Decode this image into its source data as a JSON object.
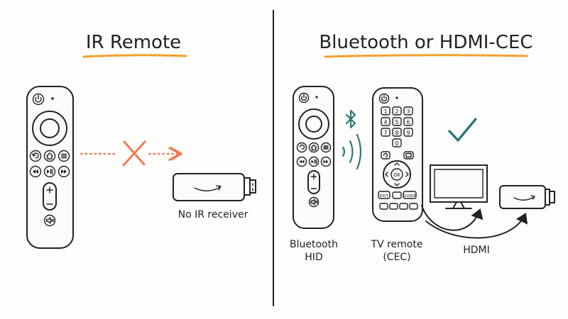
{
  "left": {
    "title": "IR Remote",
    "stick_caption": "No IR receiver"
  },
  "right": {
    "title": "Bluetooth or HDMI-CEC",
    "bt_remote_caption_line1": "Bluetooth",
    "bt_remote_caption_line2": "HID",
    "tv_remote_caption_line1": "TV remote",
    "tv_remote_caption_line2": "(CEC)",
    "hdmi_label": "HDMI",
    "tv_remote_keys": [
      "1",
      "2",
      "3",
      "4",
      "5",
      "6",
      "7",
      "8",
      "9",
      "0",
      "OK",
      "EXIT",
      "GUIDE"
    ]
  },
  "colors": {
    "underline": "#f0a22e",
    "blocked": "#f07b55",
    "bluetooth": "#2b7a77",
    "check": "#2b7a77",
    "ink": "#222222"
  },
  "icons": [
    "power-icon",
    "home-icon",
    "back-icon",
    "menu-icon",
    "rewind-icon",
    "play-pause-icon",
    "fast-forward-icon",
    "mute-icon",
    "bluetooth-icon",
    "check-icon",
    "x-mark-icon",
    "amazon-smile-icon"
  ]
}
